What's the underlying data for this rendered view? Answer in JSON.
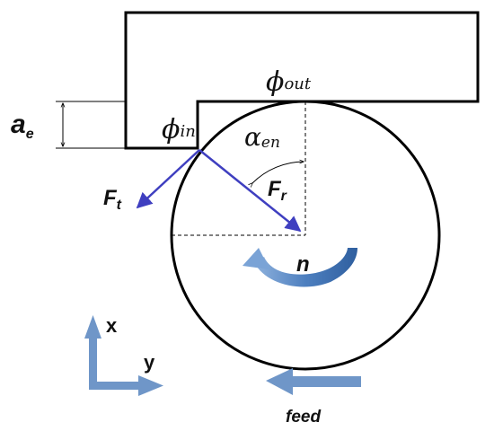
{
  "labels": {
    "phi_out_symbol": "ϕ",
    "phi_out_sub": "out",
    "phi_in_symbol": "ϕ",
    "phi_in_sub": "in",
    "ae_symbol": "a",
    "ae_sub": "e",
    "alpha_symbol": "α",
    "alpha_sub": "en",
    "Ft_symbol": "F",
    "Ft_sub": "t",
    "Fr_symbol": "F",
    "Fr_sub": "r",
    "rotation": "n",
    "axis_x": "x",
    "axis_y": "y",
    "feed": "feed"
  },
  "colors": {
    "outline": "#000000",
    "force_vectors": "#3f3fc0",
    "arrows_fill": "#6f96c8",
    "rotation_arrow": "#5e8fca"
  },
  "icons": {
    "rotation": "curved-arrow-icon",
    "axes": "xy-axes-arrows-icon",
    "feed": "left-arrow-icon"
  }
}
